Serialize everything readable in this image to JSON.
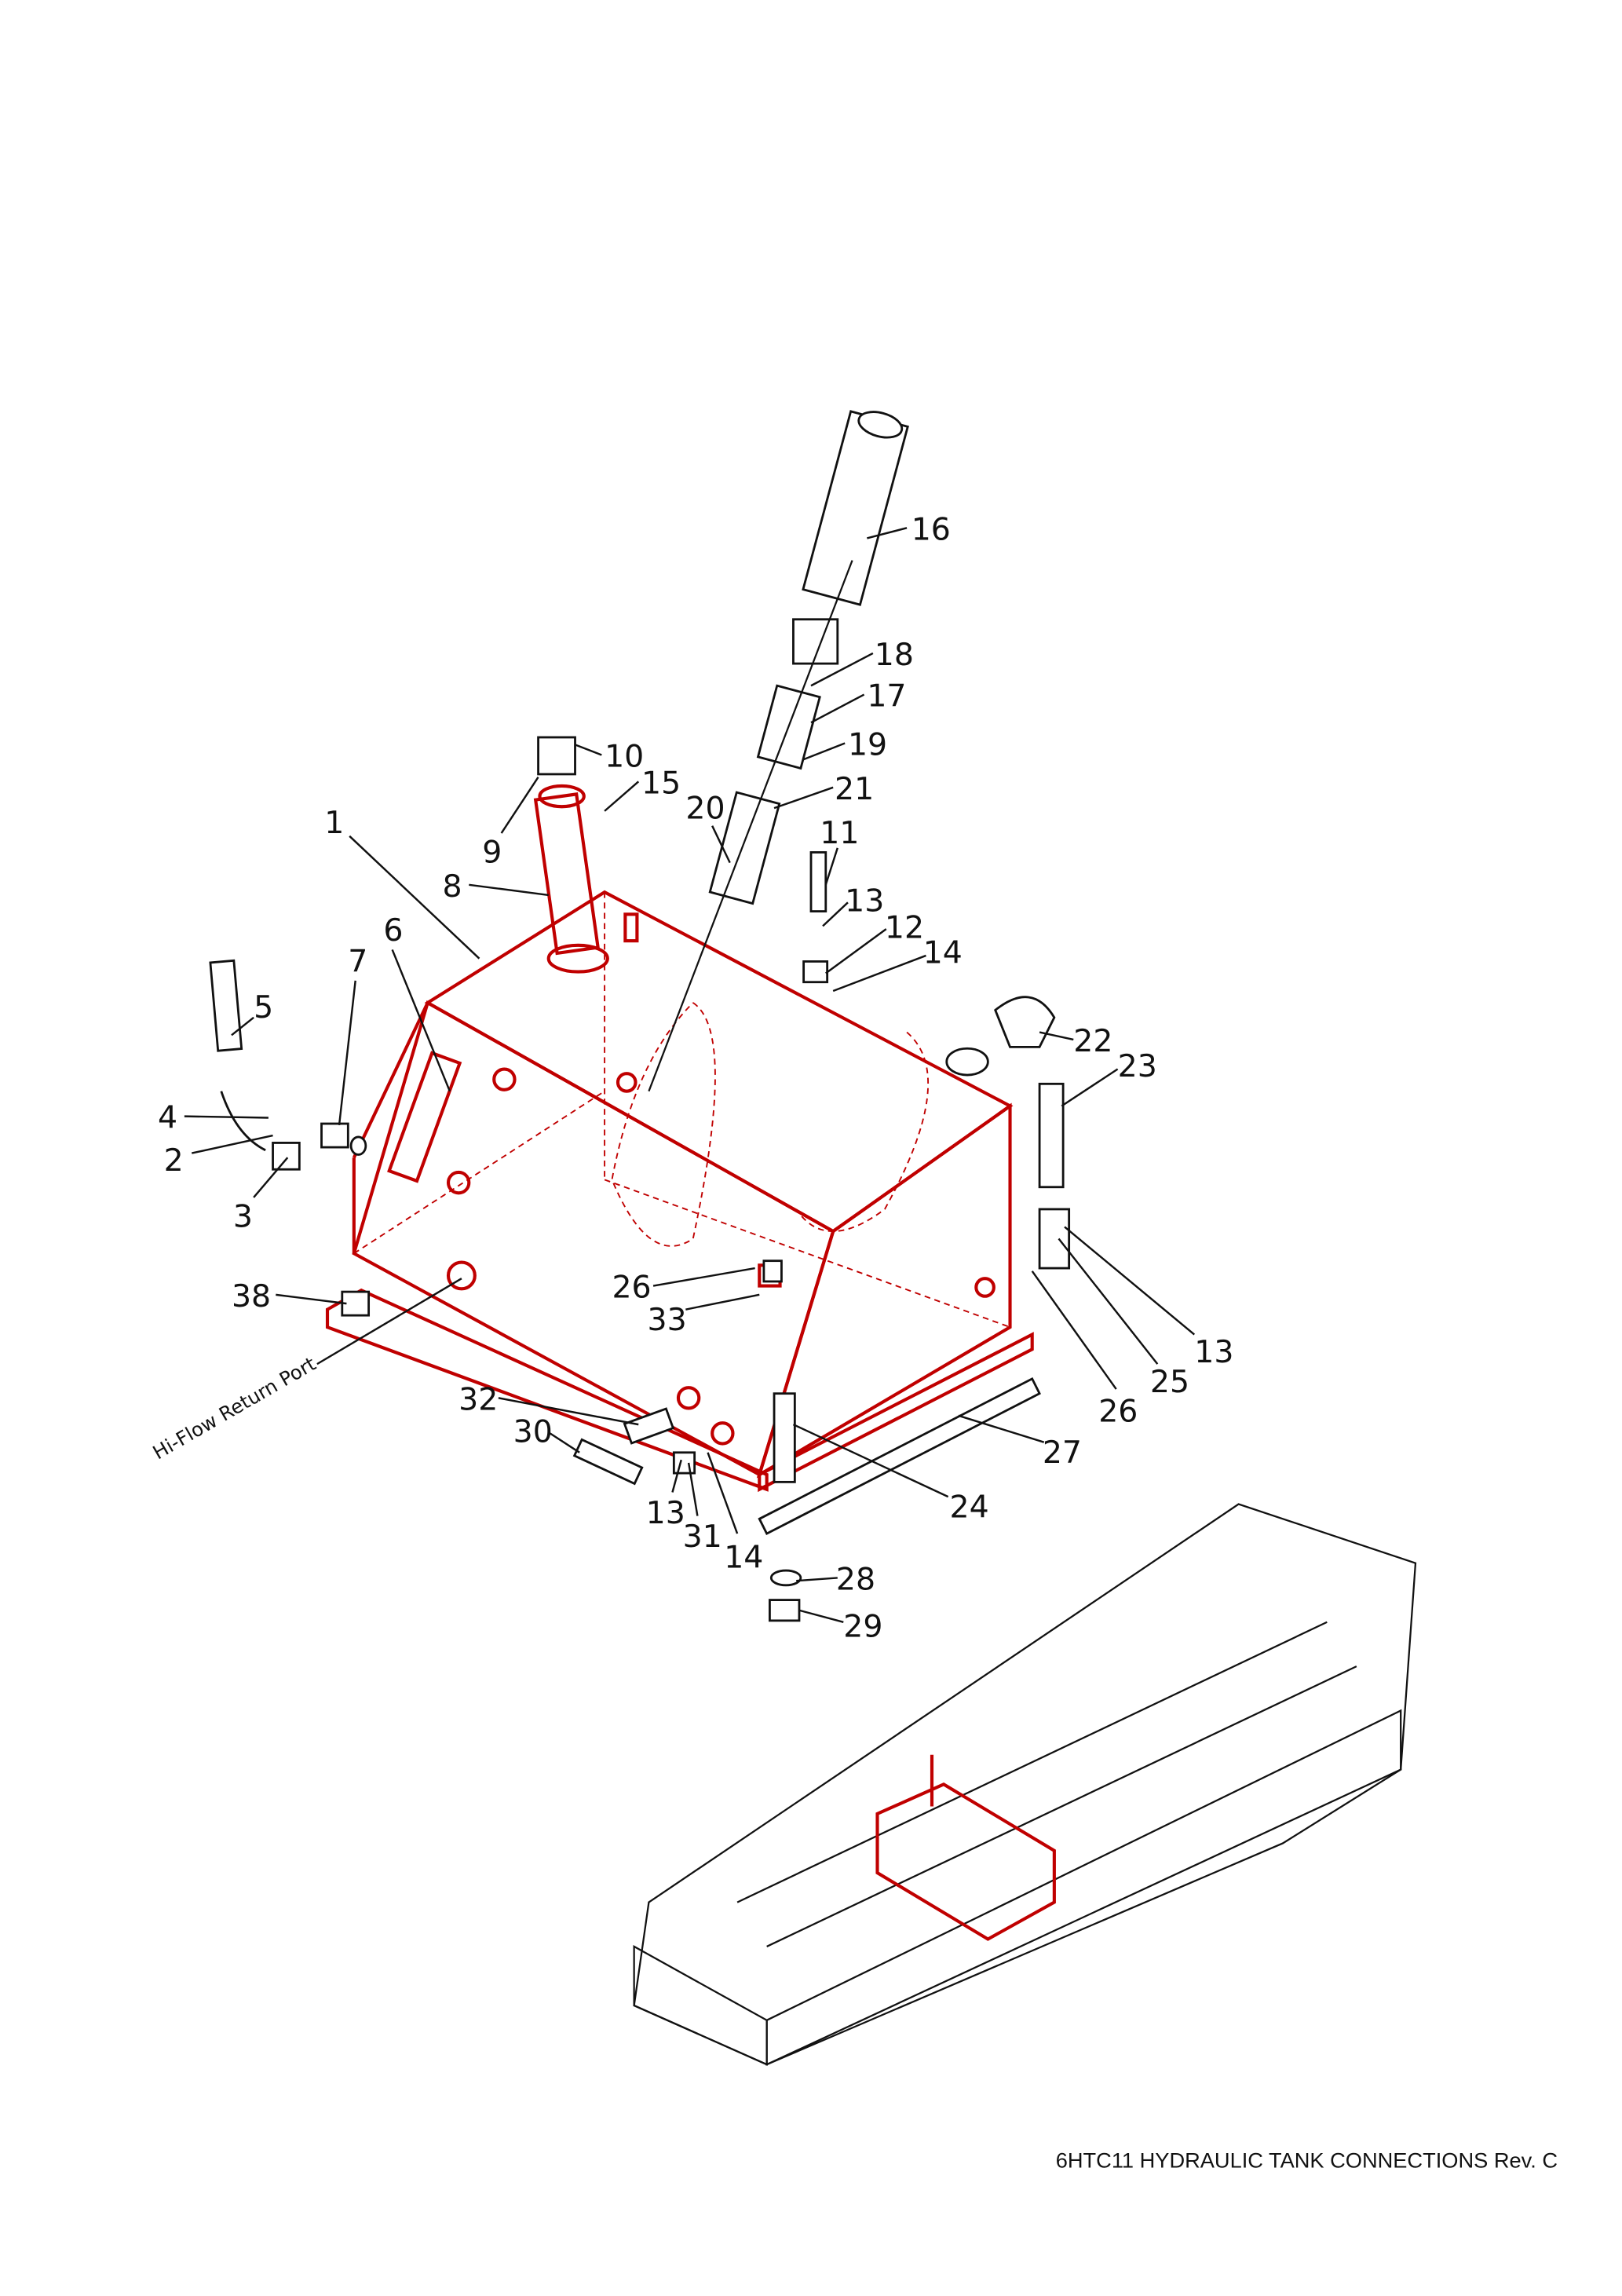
{
  "title": "6HTC11 HYDRAULIC TANK CONNECTIONS Rev. C",
  "port_label": "Hi-Flow Return Port",
  "colors": {
    "tank": "#c00000",
    "lines": "#111111"
  },
  "callouts": [
    "16",
    "18",
    "17",
    "19",
    "21",
    "10",
    "15",
    "20",
    "1",
    "9",
    "11",
    "13",
    "8",
    "12",
    "14",
    "6",
    "7",
    "5",
    "22",
    "23",
    "4",
    "2",
    "3",
    "26",
    "33",
    "38",
    "13",
    "25",
    "26",
    "27",
    "32",
    "30",
    "24",
    "13",
    "31",
    "14",
    "28",
    "29"
  ]
}
